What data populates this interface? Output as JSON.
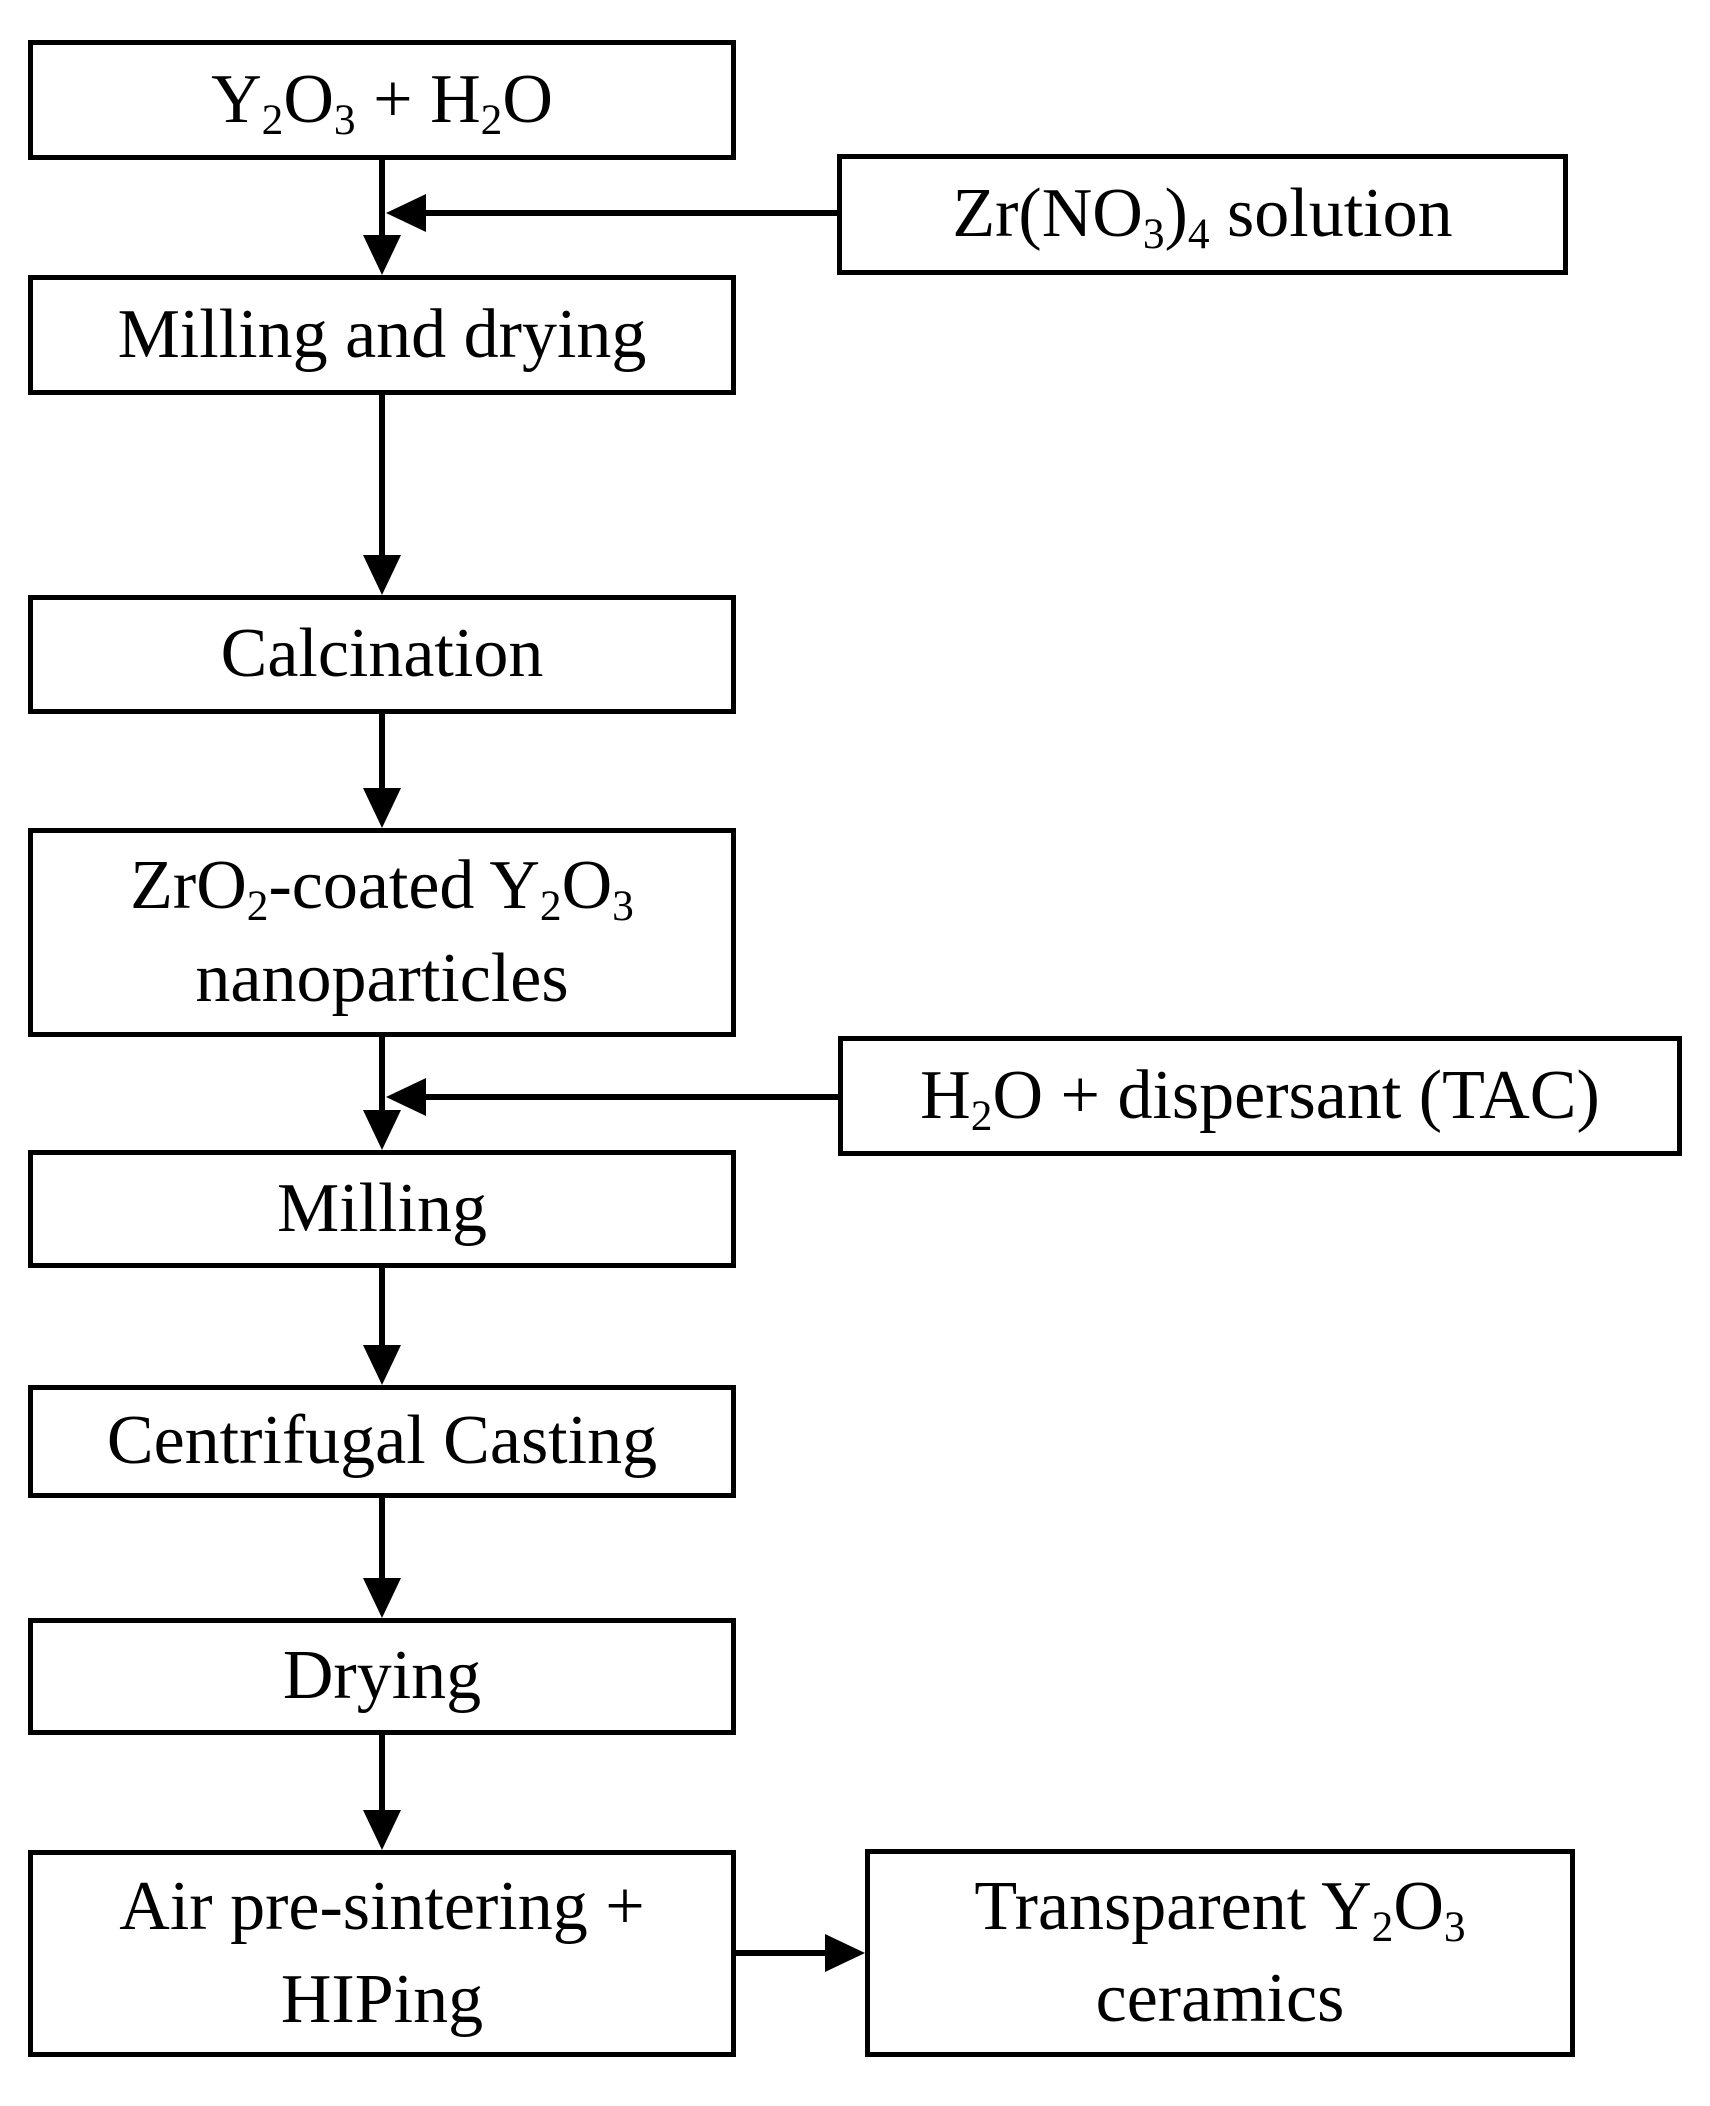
{
  "figure": {
    "type": "flowchart",
    "background_color": "#ffffff",
    "line_color": "#000000",
    "text_color": "#000000",
    "description": "Fabrication process flow diagram for transparent Y2O3 ceramics"
  },
  "nodes": {
    "start": {
      "label": "Y~2~O~3~ + H~2~O"
    },
    "zr_solution": {
      "label": "Zr(NO~3~)~4~ solution"
    },
    "milling_drying": {
      "label": "Milling and drying"
    },
    "calcination": {
      "label": "Calcination"
    },
    "coated_nanoparticles": {
      "label": "ZrO~2~-coated Y~2~O~3~\nnanoparticles"
    },
    "dispersant": {
      "label": "H~2~O + dispersant (TAC)"
    },
    "milling": {
      "label": "Milling"
    },
    "centrifugal_casting": {
      "label": "Centrifugal Casting"
    },
    "drying": {
      "label": "Drying"
    },
    "presinter_hip": {
      "label": "Air pre-sintering +\nHIPing"
    },
    "product": {
      "label": "Transparent Y~2~O~3~\nceramics"
    }
  },
  "edges": [
    {
      "from": "start",
      "to": "milling_drying",
      "direction": "down"
    },
    {
      "from": "zr_solution",
      "to": "milling_drying",
      "direction": "left-into-flow"
    },
    {
      "from": "milling_drying",
      "to": "calcination",
      "direction": "down"
    },
    {
      "from": "calcination",
      "to": "coated_nanoparticles",
      "direction": "down"
    },
    {
      "from": "coated_nanoparticles",
      "to": "milling",
      "direction": "down"
    },
    {
      "from": "dispersant",
      "to": "milling",
      "direction": "left-into-flow"
    },
    {
      "from": "milling",
      "to": "centrifugal_casting",
      "direction": "down"
    },
    {
      "from": "centrifugal_casting",
      "to": "drying",
      "direction": "down"
    },
    {
      "from": "drying",
      "to": "presinter_hip",
      "direction": "down"
    },
    {
      "from": "presinter_hip",
      "to": "product",
      "direction": "right"
    }
  ]
}
